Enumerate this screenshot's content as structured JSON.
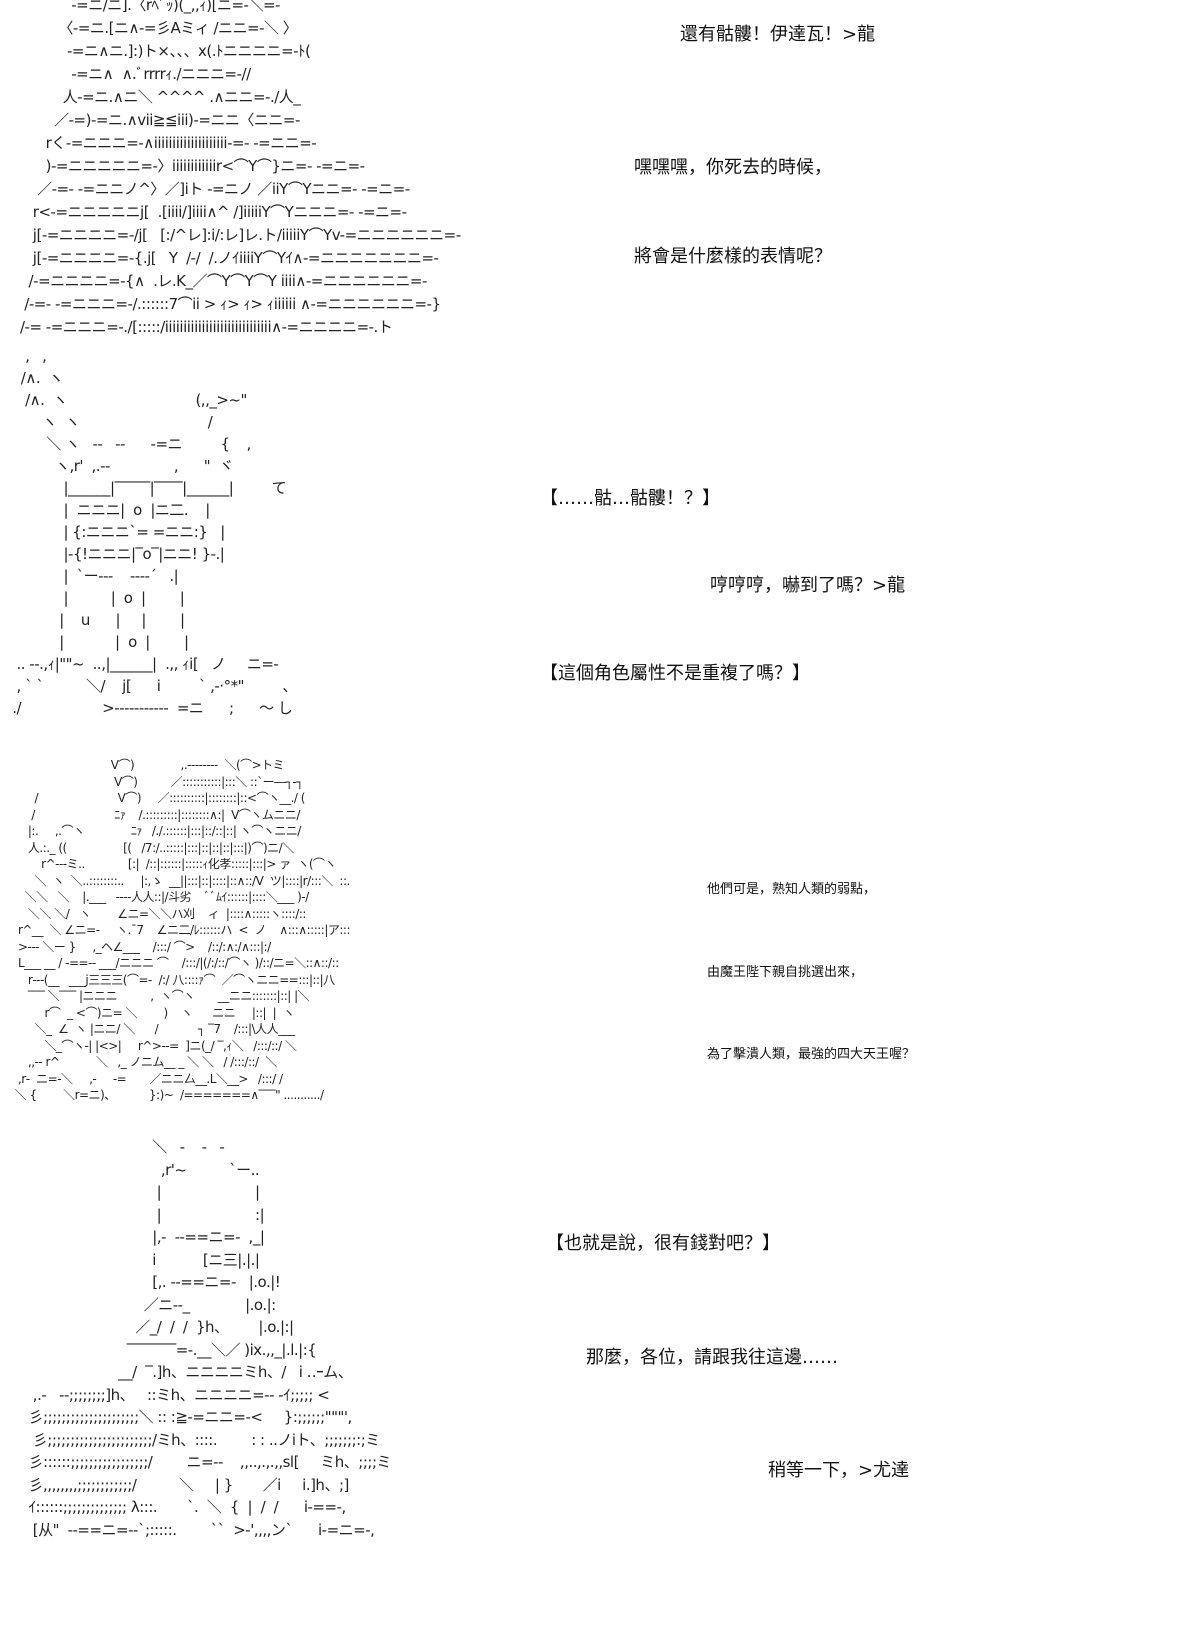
{
  "panels": [
    {
      "art": [
        "            -=ニ/ニ].〈rﾍﾞｯ)(_,,ｨ)[ニ=-＼=-",
        "         〈-=ニ.[ニ∧-=彡Aミィ /ニニ=-＼ 〉",
        "           -=ニ∧ニ.]:)ト×、、、x(.ﾄニニニニ=-ﾄ(",
        "            -=ニ∧  ∧.ﾞrrrrｨ./ニニニ=-//",
        "          人-=ニ.∧ニ＼ ^^^^ .∧ニニ=-./人_",
        "        ／-=)-=ニ.∧vii≧≦iii)-=ニニ〈ニニ=-",
        "      rく-=ニニニ=-∧iiiiiiiiiiiiiiiiiiii-=- -=ニニ=-",
        "      )-=ニニニニニ=-〉iiiiiiiiiiiir<⌒Y⌒}ニ=- -=ニ=-",
        "    ／-=- -=ニニノ^〉／]iト -=ニノ ／iiY⌒Yニニ=- -=ニ=-",
        "   r<-=ニニニニニj[  .[iiii/]iiii∧^ /]iiiiiY⌒Yニニニ=- -=ニ=-",
        "   j[-=ニニニニ=-/j[   [:/^レ]:i/:レ]レ.ト/iiiiiY⌒Yv-=ニニニニニニ=-",
        "   j[-=ニニニニ=-{.j[   Y  /-/  /.ノｲiiiiY⌒Yｲ∧-=ニニニニニニニ=-",
        "  /-=ニニニニ=-{∧  .レ.K_／⌒Y⌒Y⌒Y iiii∧-=ニニニニニニ=-",
        " /-=- -=ニニニ=-/.::::::7⌒ii > ｨ> ｨ> ｨiiiiii ∧-=ニニニニニニ=-}",
        "/-= -=ニニニ=-./[:::::/iiiiiiiiiiiiiiiiiiiiiiiiiiiii∧-=ニニニニ=-.ト"
      ],
      "captions": [
        "還有骷髏！伊達瓦！>龍",
        "嘿嘿嘿，你死去的時候，",
        "將會是什麼樣的表情呢？"
      ]
    },
    {
      "art": [
        "    ,   ,",
        "   /∧.  ヽ",
        "    /∧.  ヽ                              (,,_>~\"",
        "        ヽ  ヽ                              /",
        "         ＼ ヽ   --   --      -=ニ         {    ,",
        "           ヽ,r'  ,.--               ,      \"  ヾ",
        "             |______|‾‾‾‾‾|‾‾‾‾|______|         て",
        "             |  ニニニ|  o  |ニ二.    |",
        "             | {:ニニニ`= =ニニ:}   |",
        "             |-{!ニニニ|‾o‾|ニニ! }-.|",
        "             |  `ー‐‐‐    ‐‐‐‐´   .|",
        "             |          |  o  |        |",
        "            |    u      |     |        |",
        "            |            |  o  |        |",
        "  .. --.,ｨ|\"\"~  ..,|______|  .,, ｨi[   ノ     ニ=-",
        "  , ` `          ＼/    j[      i         ` ,-·°*\"         、",
        " ./                   >-----------  =ニ      ;      ～ し"
      ],
      "captions": [
        "【……骷…骷髏！？】",
        "哼哼哼，嚇到了嗎？>龍",
        "【這個角色屬性不是重複了嗎？】"
      ]
    },
    {
      "art": [
        "                               V⌒)              ,.--‐‐‐‐‐‐  ＼(⌒>トミ",
        "                                V⌒)          ／:::::::::::|:::＼ ::`ー―┐-┐",
        "        /                        V⌒)     ／::::::::::|::::::::|::<⌒ヽ__./ (",
        "       /                        ﾆｧ    /.:::::::::|::::::::∧:|  V⌒ヽムニニ/",
        "      |:.     ,.⌒ヽ              ﾆｧ   /./.::::::|:::|::/::|::| ヽ⌒ヽニニ/",
        "      人.:._ ((                 [(   /7:/..:::::|:::|::|::|::|:::|)⌒)ニ/＼",
        "          r^‐--ミ..             [:|  /::|::::::|:::::ｨ化孝:::::|:::|> ァ  ヽ(⌒ヽ",
        "        ＼  ヽ  ＼..::::::::..     |:,ゝ  __||:::|::|::::|::∧::/V  ツ|::::|r/:::＼  ::.",
        "     ＼＼   ＼    |.___   ----人人::|/斗劣    ﾞﾞﾑｲ::::::|::::＼___ )-/",
        "      ＼＼ ＼/   ヽ        ∠ニ=＼＼ハ刈    ィ  |::::∧:::::ヽ::::/::",
        "   r^__  ＼ ∠ニ=-     ヽ.¯7    ∠ニ二/ﾚ::::::ハ  <  ノ    ∧:::∧:::::|ア:::",
        "   >‐‐‐ ＼ー }     ,_ヘ∠___    /:::/ ⌒>    /::/:∧:/∧:::|:/",
        "   L___ __ / -==-- ___/ニニニ ⌒    /:::/|(/:/::/⌒ヽ )/::/ニ=＼::∧::/::",
        "      r‐‐‐(__   ___j三三三(⌒=-  /:/ 八::::ｧ⌒  ／⌒ヽニニ==:::|::|八",
        "      ‾‾‾ ＼‾‾‾ |ニニニ          ,  ヽ⌒ヽ       __ニニ:::::::|::| |＼",
        "           r⌒  _ <⌒)ニ= ＼        )    ヽ      ニニ     |::|  |  ヽ",
        "        ＼_  ∠  ヽ |ニニ/ ＼      /            ┐ ‾7    /:::|\\人人___",
        "           ＼_⌒ヽ-| |<>|     r^>--=  ]ニ(_/ ‾,ｨ＼   /:::/::/ ＼",
        "      ,,-- r^           ＼   ,_ ノニム__ _ ＼ ＼   / /:::/::/  ＼",
        "   ,r‐  ニ=-＼     ,-     -=       ／ニニ厶__.L＼__>   /:::/ /",
        "  ＼ {        ＼r=ニ)、          }:)~  /=======∧‾‾‾\" .........../"
      ],
      "captions": [
        "他們可是，熟知人類的弱點，",
        "由魔王陛下親自挑選出來，",
        "為了擊潰人類，最強的四大天王喔？"
      ]
    },
    {
      "art": [
        "                               ＼   ‐    -   -",
        "                                 ,r'~          `ー..",
        "                                |                      |",
        "                                |                      :|",
        "                               |,-  ‐-==ニ=-  ,_|",
        "                               i           [ニ三|.|.|",
        "                               [,. --==ニ=-   |.o.|!",
        "                             ／ニ‐-_             |.o.|:",
        "                           ／_/  /  /  }h、       |.o.|:|",
        "                         ‾‾‾‾‾‾‾=-.__＼／ )ix.,,_|.l.|:{",
        "                       __/  ‾.]h、ニニニニミh、/   i ‥ｰム、",
        "   ,.-   --;;;;;;;;]h、   ::ミh、ニニニニ=-- -ｲ;;;;; <",
        "  彡;;;;;;;;;;;;;;;;;;;;;＼ :: :≧-=ニニ=-<     }:;;;;;;\"\"\"',",
        "   彡;;;;;;;;;;;;;;;;;;;;;;;/ミh、::::.        : : ..ノiト、;;;;;;;:;ミ",
        "  彡::::::;;;;;;;;;;;;;;;;;/        ニ=--    ,,..,.,.,,sl[     ミh、;;;;ミ",
        "  彡,,,,,,,,;;;;;;;;;;;;/          ＼     | }       ／i     i.]h、;]",
        "  ｲ::::::;;;;;;;;;;;;;; λ:::.       `.  ＼  {  |  /  /      i-==-,",
        "   [从\"  --==ニ=--`;:::::.        ``  >-',,,,ン`      i-=ニ=-,"
      ],
      "captions": [
        "【也就是說，很有錢對吧？】",
        "那麼，各位，請跟我往這邊……",
        "稍等一下，>尤達"
      ]
    }
  ]
}
